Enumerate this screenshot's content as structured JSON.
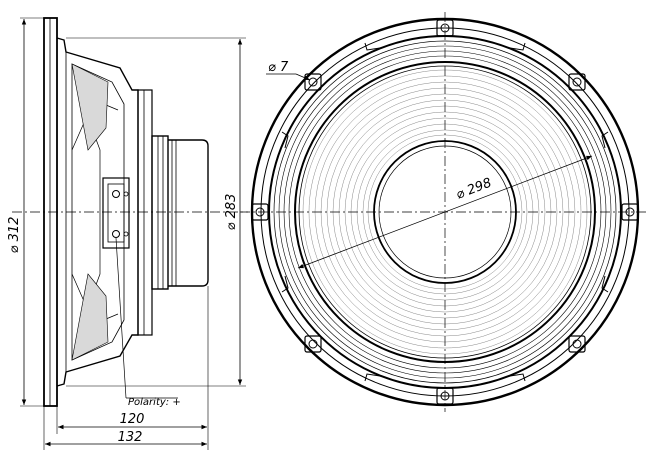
{
  "dimensions": {
    "frame_diameter": "⌀ 312",
    "body_diameter": "⌀ 283",
    "cone_diameter": "⌀ 298",
    "mount_hole_diameter": "⌀ 7",
    "depth_inner": "120",
    "depth_total": "132"
  },
  "notes": {
    "polarity": "Polarity: +"
  }
}
